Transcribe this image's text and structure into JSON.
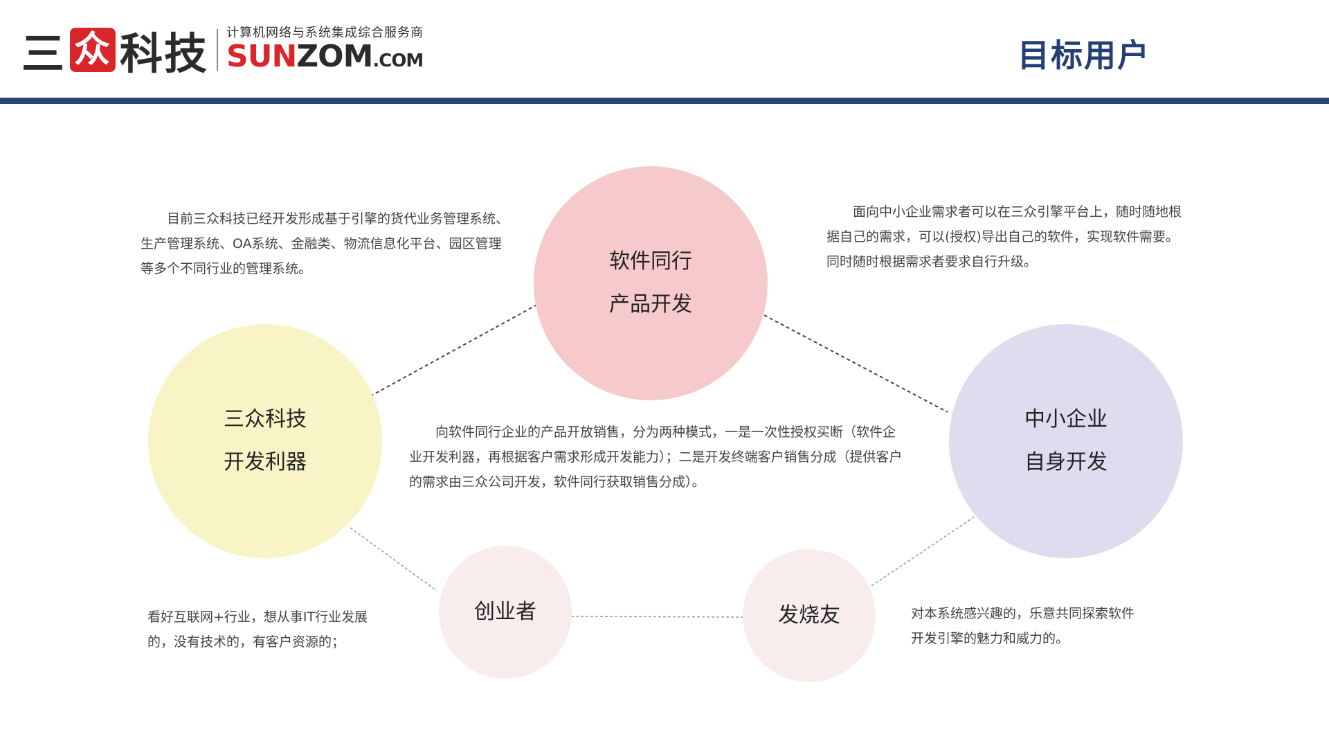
{
  "header": {
    "logo_cn_1": "三",
    "logo_box_glyph": "众",
    "logo_cn_2": "科技",
    "logo_tagline": "计算机网络与系统集成综合服务商",
    "logo_en_red": "SUN",
    "logo_en_dark": "ZOM",
    "logo_en_suffix": ".COM",
    "title": "目标用户"
  },
  "colors": {
    "brand_red": "#d9262b",
    "title_blue": "#233f73",
    "bar": "#2a4478"
  },
  "circles": {
    "peer": {
      "line1": "软件同行",
      "line2": "产品开发"
    },
    "sunzom": {
      "line1": "三众科技",
      "line2": "开发利器"
    },
    "sme": {
      "line1": "中小企业",
      "line2": "自身开发"
    },
    "founder": {
      "label": "创业者"
    },
    "enthusiast": {
      "label": "发烧友"
    }
  },
  "texts": {
    "sunzom_desc": "目前三众科技已经开发形成基于引擎的货代业务管理系统、生产管理系统、OA系统、金融类、物流信息化平台、园区管理等多个不同行业的管理系统。",
    "sme_desc": "面向中小企业需求者可以在三众引擎平台上，随时随地根据自己的需求，可以(授权)导出自己的软件，实现软件需要。同时随时根据需求者要求自行升级。",
    "peer_desc": "向软件同行企业的产品开放销售，分为两种模式，一是一次性授权买断（软件企业开发利器，再根据客户需求形成开发能力）；二是开发终端客户销售分成（提供客户的需求由三众公司开发，软件同行获取销售分成）。",
    "founder_desc": "看好互联网+行业，想从事IT行业发展的，没有技术的，有客户资源的；",
    "enthusiast_desc": "对本系统感兴趣的，乐意共同探索软件开发引擎的魅力和威力的。"
  }
}
